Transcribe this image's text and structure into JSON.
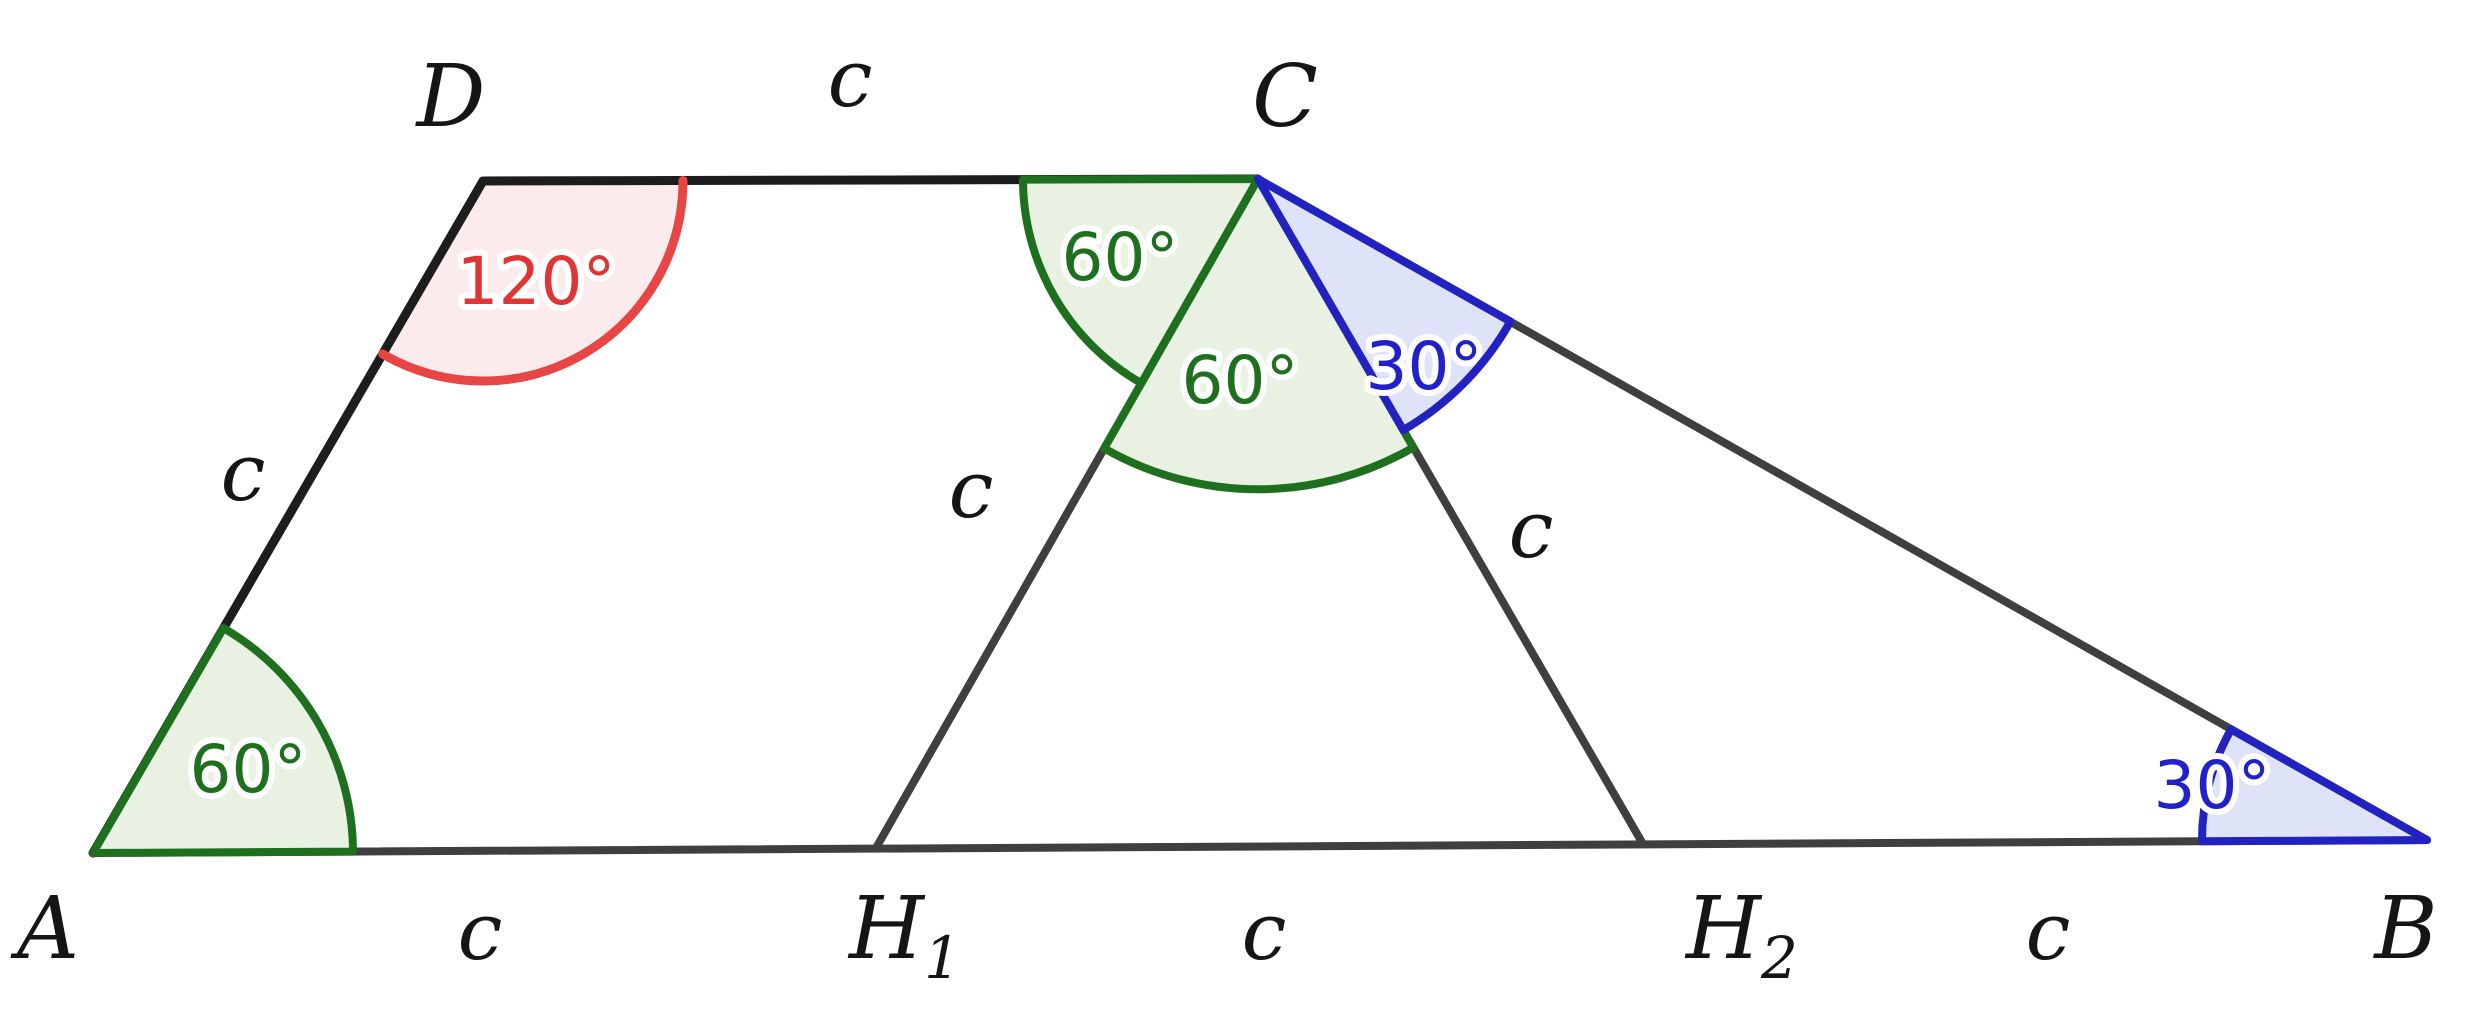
{
  "figure": {
    "description": "Trapezoid ABCD with altitudes from C to H1 and H2 on AB, angles marked",
    "colors": {
      "ink": "#151515",
      "line": "#3f3f3f",
      "line_dark": "#1d1d1d",
      "green_stroke": "#1e701e",
      "green_fill": "#e9f1e3",
      "green_text": "#1e701e",
      "red_stroke": "#e84545",
      "red_fill": "#fcebec",
      "red_text": "#e03535",
      "blue_stroke": "#2222c0",
      "blue_fill": "#dfe3f8",
      "blue_text": "#2121cc"
    },
    "vertex_labels": {
      "a": "A",
      "b": "B",
      "c": "C",
      "d": "D",
      "h1_main": "H",
      "h1_sub": "1",
      "h2_main": "H",
      "h2_sub": "2"
    },
    "side_labels": {
      "ad": "c",
      "dc": "c",
      "ch1": "c",
      "ch2": "c",
      "ah1": "c",
      "h1h2": "c",
      "h2b": "c"
    },
    "angle_labels": {
      "at_a": "60°",
      "at_d": "120°",
      "c1": "60°",
      "c2": "60°",
      "c3": "30°",
      "at_b": "30°"
    }
  }
}
